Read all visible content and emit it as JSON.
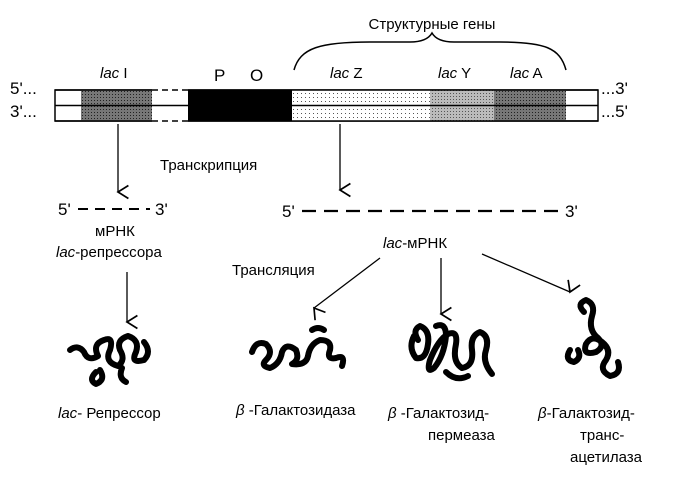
{
  "header": {
    "structural_genes_label": "Структурные гены"
  },
  "dna": {
    "top_left_end": "5'...",
    "bottom_left_end": "3'...",
    "top_right_end": "...3'",
    "bottom_right_end": "...5'",
    "promoter_label": "P",
    "operator_label": "O",
    "genes": [
      {
        "prefix": "lac",
        "name": " I"
      },
      {
        "prefix": "lac",
        "name": " Z"
      },
      {
        "prefix": "lac",
        "name": " Y"
      },
      {
        "prefix": "lac",
        "name": " A"
      }
    ]
  },
  "process": {
    "transcription": "Транскрипция",
    "translation": "Трансляция"
  },
  "mrna": {
    "repressor_five": "5'",
    "repressor_three": "3'",
    "repressor_line1": "мРНК",
    "repressor_line2_prefix": "lac",
    "repressor_line2_suffix": "-репрессора",
    "structural_five": "5'",
    "structural_three": "3'",
    "structural_label_prefix": "lac",
    "structural_label_suffix": "-мРНК"
  },
  "proteins": {
    "repressor": {
      "prefix": "lac",
      "suffix": "- Репрессор"
    },
    "galactosidase": {
      "beta": "β",
      "suffix": " -Галактозидаза"
    },
    "permease": {
      "beta": "β",
      "line1": " -Галактозид-",
      "line2": "пермеаза"
    },
    "transacetylase": {
      "beta": "β",
      "line1": "-Галактозид-",
      "line2": "транс-",
      "line3": "ацетилаза"
    }
  }
}
